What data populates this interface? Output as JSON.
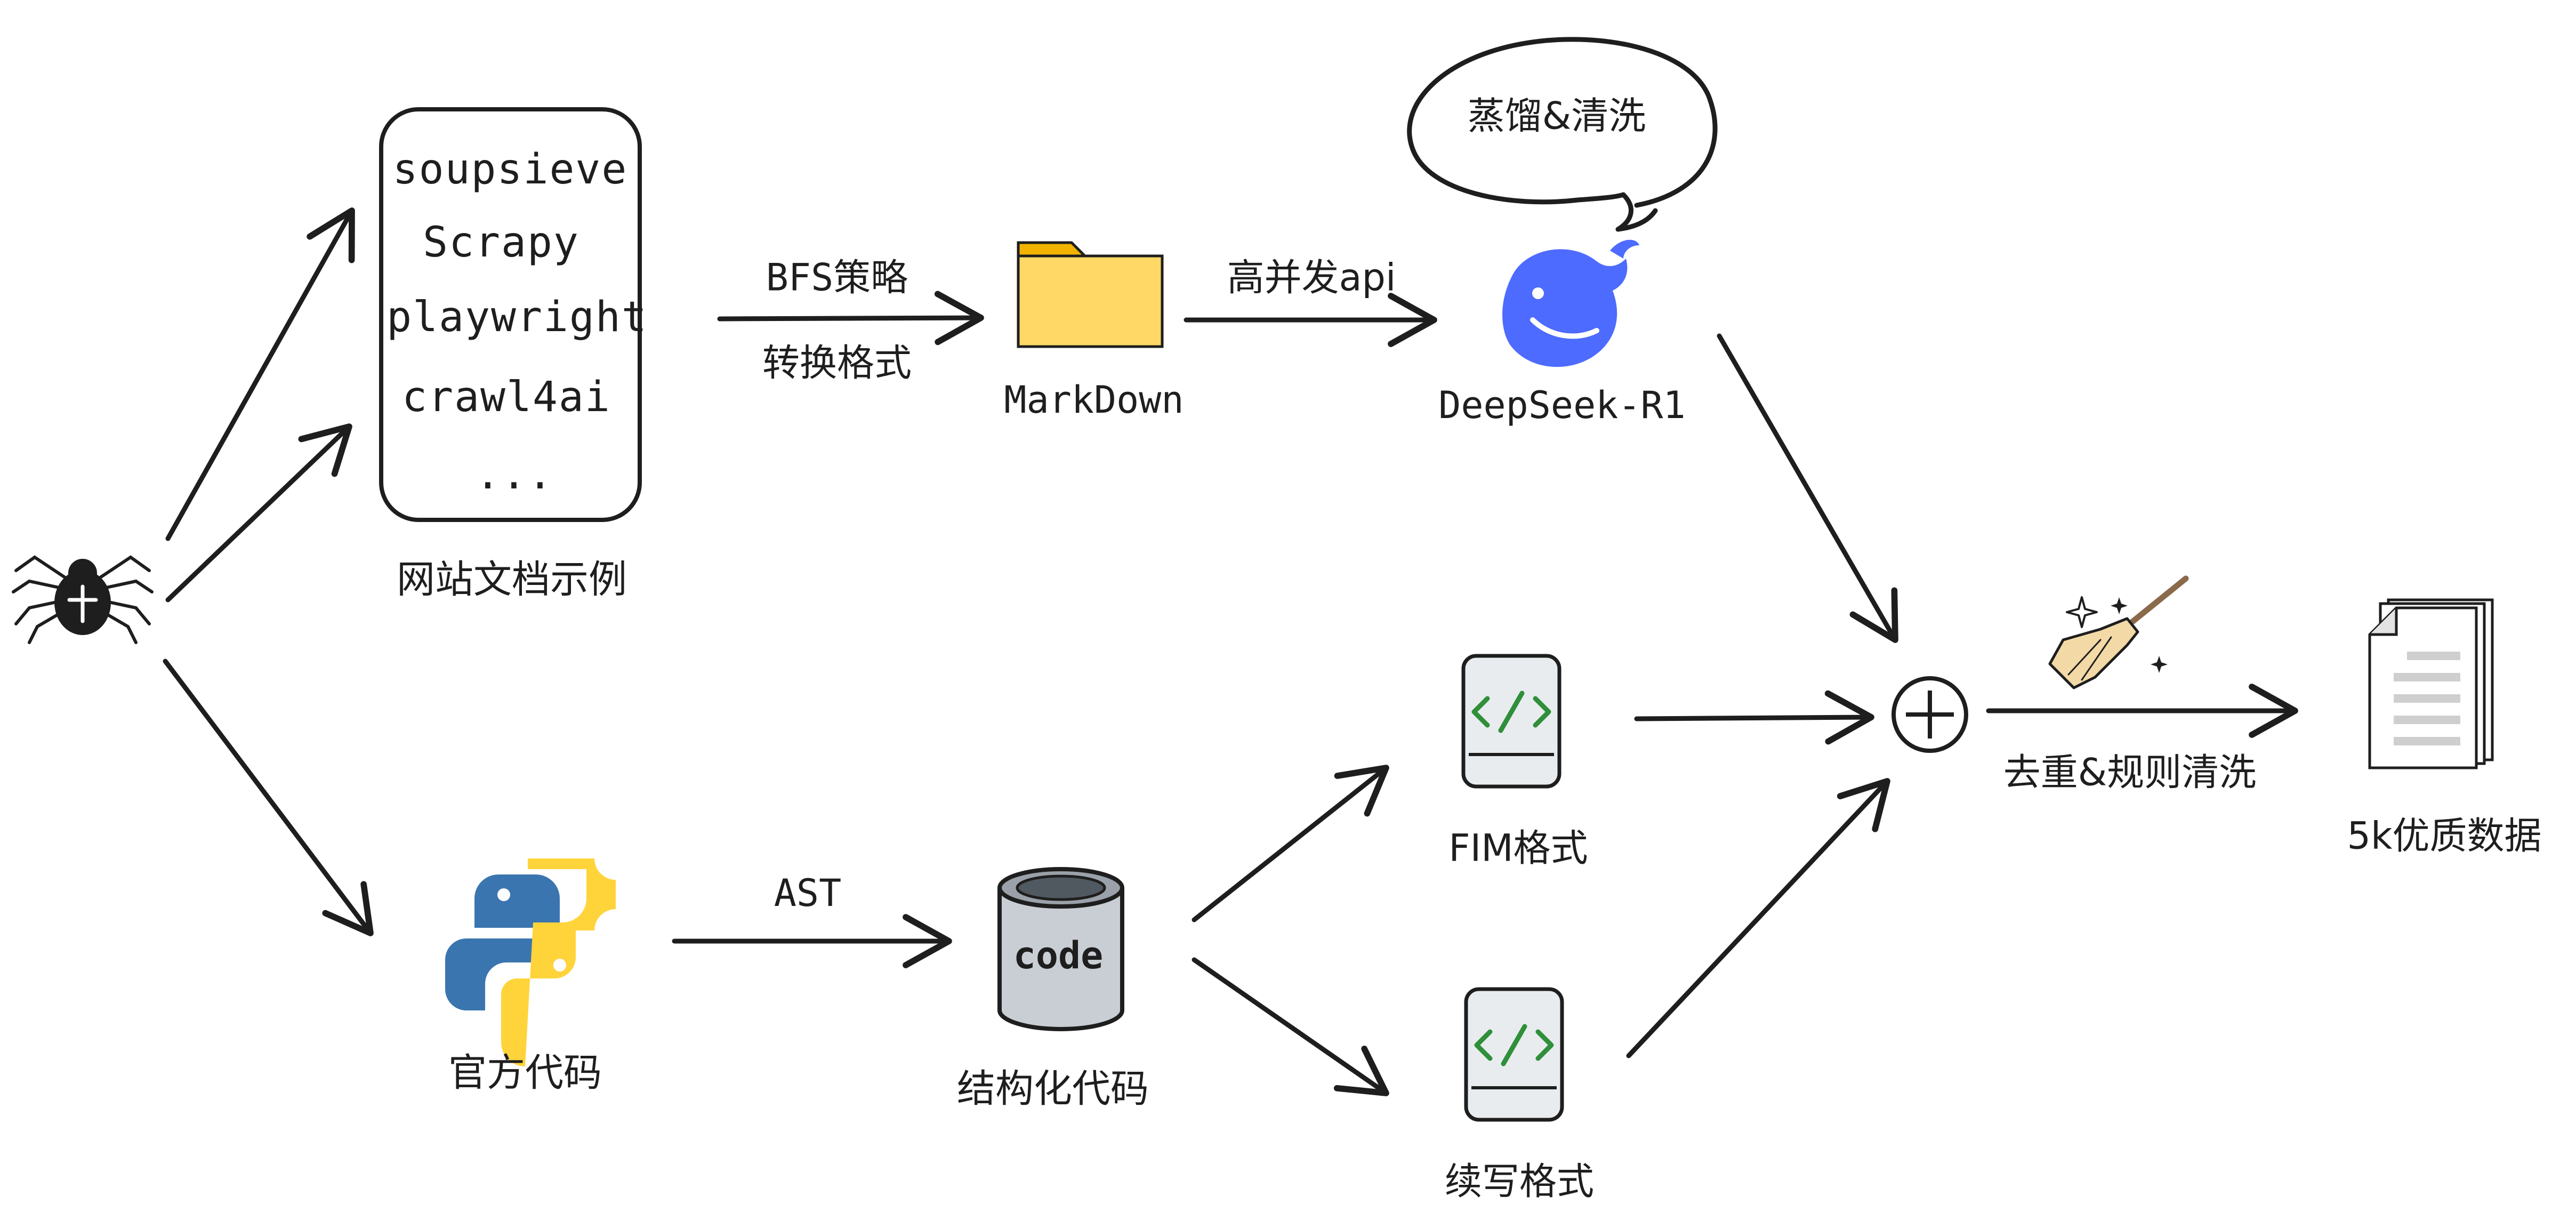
{
  "sources": {
    "website_label": "网站文档示例",
    "code_label": "官方代码",
    "tools": [
      "soupsieve",
      "Scrapy",
      "playwright",
      "crawl4ai",
      "..."
    ]
  },
  "edges": {
    "bfs": "BFS策略",
    "convert": "转换格式",
    "concurrency": "高并发api",
    "ast": "AST",
    "dedupe": "去重&规则清洗"
  },
  "nodes": {
    "markdown": "MarkDown",
    "deepseek": "DeepSeek-R1",
    "distill_bubble": "蒸馏&清洗",
    "structured_code": "结构化代码",
    "code_word": "code",
    "fim": "FIM格式",
    "continuation": "续写格式",
    "output": "5k优质数据"
  },
  "colors": {
    "ink": "#1e1e1e",
    "folder": "#ffd866",
    "folder_tab": "#f2b400",
    "deepseek": "#4d6bfe",
    "python_blue": "#3a75b0",
    "python_yellow": "#ffd43b",
    "code_green": "#2f8f3a",
    "book": "#e9ecef",
    "cylinder": "#c9ced4"
  },
  "icons": [
    "spider-icon",
    "python-icon",
    "folder-icon",
    "deepseek-whale-icon",
    "database-icon",
    "code-book-icon",
    "broom-icon",
    "documents-icon",
    "plus-circle-icon"
  ]
}
